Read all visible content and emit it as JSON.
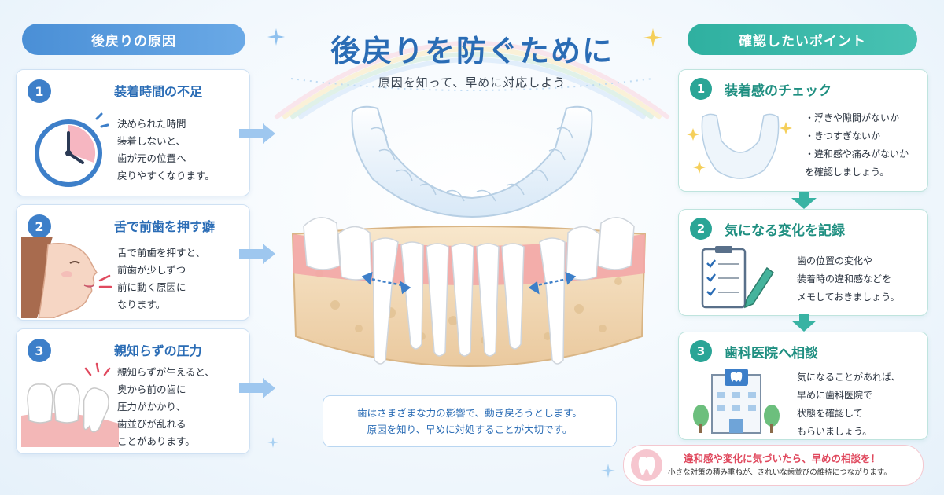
{
  "title": "後戻りを防ぐために",
  "subtitle": "原因を知って、早めに対応しよう",
  "left": {
    "header": "後戻りの原因",
    "items": [
      {
        "num": "1",
        "title": "装着時間の不足",
        "lines": [
          "決められた時間",
          "装着しないと、",
          "歯が元の位置へ",
          "戻りやすくなります。"
        ]
      },
      {
        "num": "2",
        "title": "舌で前歯を押す癖",
        "lines": [
          "舌で前歯を押すと、",
          "前歯が少しずつ",
          "前に動く原因に",
          "なります。"
        ]
      },
      {
        "num": "3",
        "title": "親知らずの圧力",
        "lines": [
          "親知らずが生えると、",
          "奥から前の歯に",
          "圧力がかかり、",
          "歯並びが乱れる",
          "ことがあります。"
        ]
      }
    ]
  },
  "center": {
    "info": [
      "歯はさまざまな力の影響で、動き戻ろうとします。",
      "原因を知り、早めに対処することが大切です。"
    ]
  },
  "right": {
    "header": "確認したいポイント",
    "items": [
      {
        "num": "1",
        "title": "装着感のチェック",
        "lines": [
          "・浮きや隙間がないか",
          "・きつすぎないか",
          "・違和感や痛みがないか",
          "を確認しましょう。"
        ]
      },
      {
        "num": "2",
        "title": "気になる変化を記録",
        "lines": [
          "歯の位置の変化や",
          "装着時の違和感などを",
          "メモしておきましょう。"
        ]
      },
      {
        "num": "3",
        "title": "歯科医院へ相談",
        "lines": [
          "気になることがあれば、",
          "早めに歯科医院で",
          "状態を確認して",
          "もらいましょう。"
        ]
      }
    ]
  },
  "bottom_note": {
    "main": "違和感や変化に気づいたら、早めの相談を！",
    "sub": "小さな対策の積み重ねが、きれいな歯並びの維持につながります。"
  },
  "colors": {
    "blue": "#2a6cb5",
    "teal": "#1f8f81",
    "pink": "#e0495e"
  }
}
